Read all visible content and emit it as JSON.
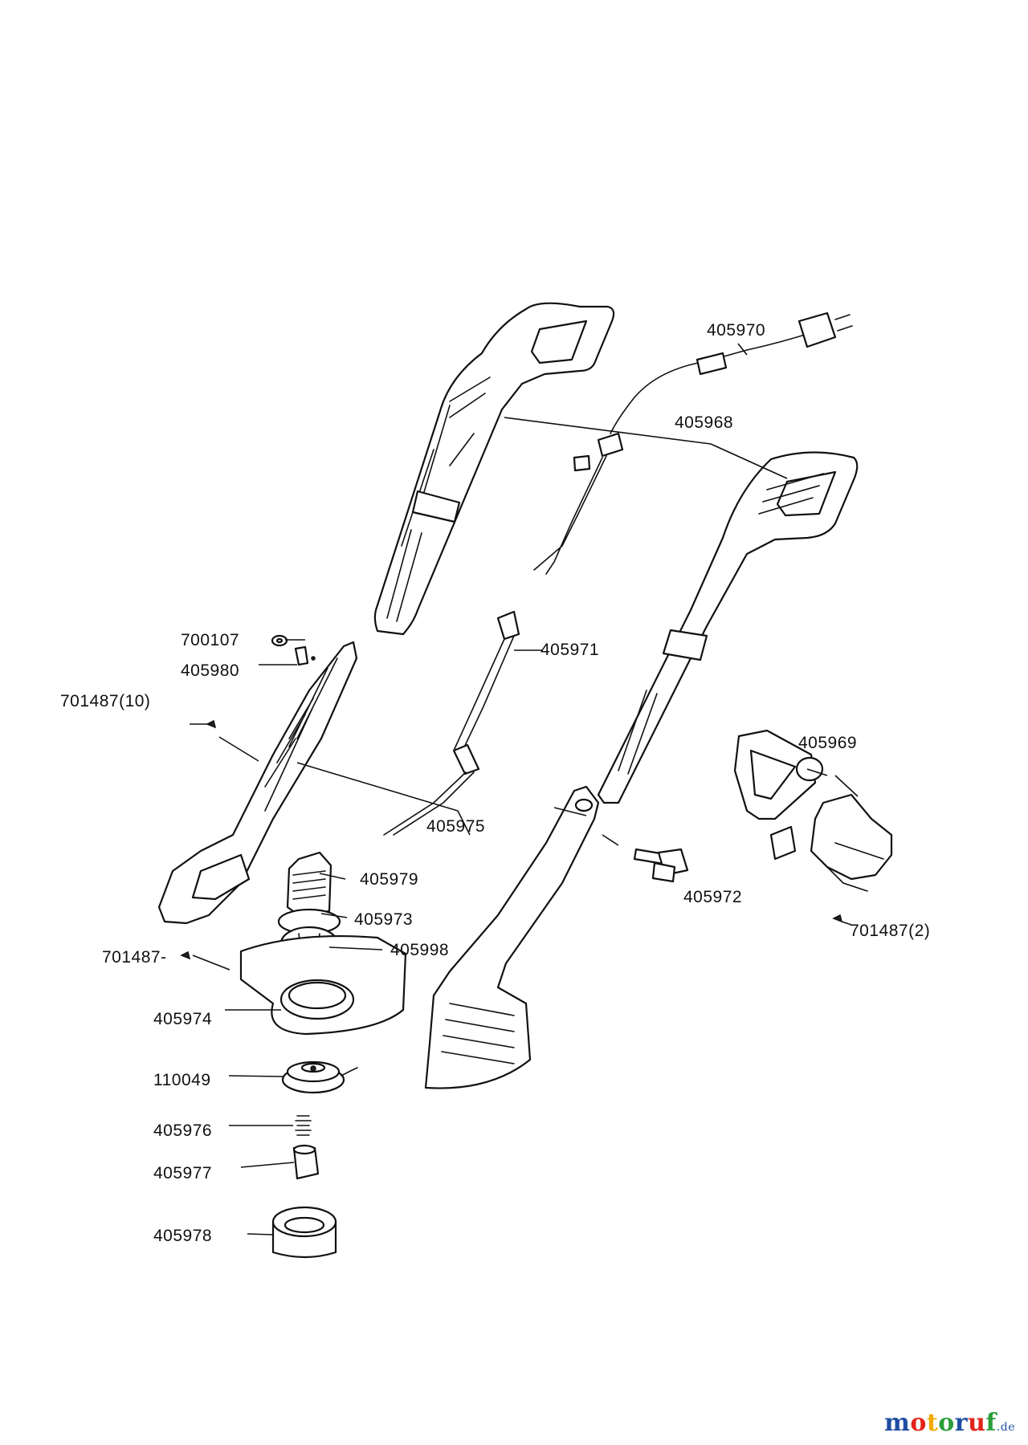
{
  "labels": {
    "p405970": "405970",
    "p405968": "405968",
    "p700107": "700107",
    "p405980": "405980",
    "p405971": "405971",
    "p701487_10": "701487(10)",
    "p405969": "405969",
    "p405975": "405975",
    "p405979": "405979",
    "p405972": "405972",
    "p405973": "405973",
    "p701487_2": "701487(2)",
    "p701487": "701487-",
    "p405998": "405998",
    "p405974": "405974",
    "p110049": "110049",
    "p405976": "405976",
    "p405977": "405977",
    "p405978": "405978"
  },
  "watermark": {
    "letters": [
      "m",
      "o",
      "t",
      "o",
      "r",
      "u",
      "f"
    ],
    "tld": ".de",
    "colors": [
      "#1f4ea3",
      "#e2231a",
      "#f2a900",
      "#2a9d3a",
      "#1f4ea3",
      "#e2231a",
      "#2a9d3a"
    ]
  }
}
